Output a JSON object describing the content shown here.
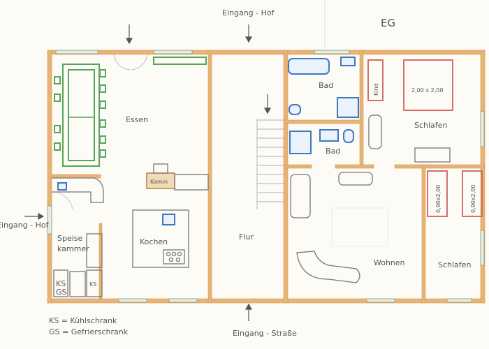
{
  "title": "EG",
  "entrances": {
    "top": "Eingang - Hof",
    "left": "Eingang - Hof",
    "bottom": "Eingang - Straße"
  },
  "rooms": {
    "essen": "Essen",
    "kamin": "Kamin",
    "speisekammer_1": "Speise",
    "speisekammer_2": "kammer",
    "kochen": "Kochen",
    "flur": "Flur",
    "bad_1": "Bad",
    "bad_2": "Bad",
    "schlafen_1": "Schlafen",
    "wohnen": "Wohnen",
    "schlafen_2": "Schlafen"
  },
  "furniture": {
    "kind_bed": "Kind",
    "double_bed": "2,00 x 2,00",
    "single_bed_1": "0,90x2,00",
    "single_bed_2": "0,90x2,00",
    "ks_gs_1": "KS",
    "ks_gs_2": "GS",
    "ks": "KS"
  },
  "legend": {
    "ks": "KS = Kühlschrank",
    "gs": "GS = Gefrierschrank"
  },
  "colors": {
    "wall": "#e7b476",
    "sanitary": "#3f78c0",
    "beds": "#d0605a",
    "dining": "#58a55a"
  }
}
